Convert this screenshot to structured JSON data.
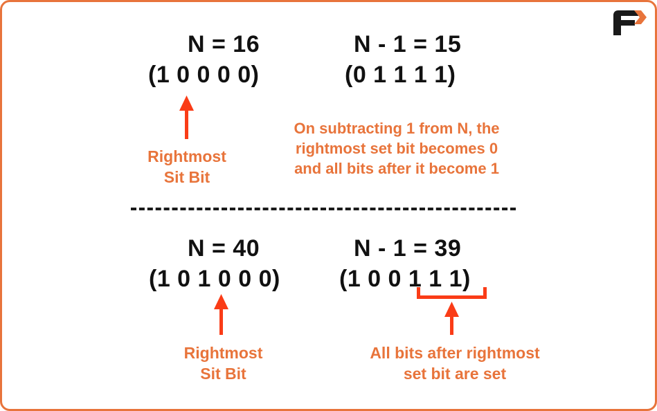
{
  "page": {
    "border_color": "#e8743b",
    "background": "#ffffff",
    "accent_orange": "#e8743b",
    "arrow_red": "#fa3c17",
    "text_black": "#111111"
  },
  "logo": {
    "name": "favtutor-f-logo",
    "letter": "F",
    "letter_color": "#1a1a1a",
    "arrow_color": "#e8743b"
  },
  "divider": {
    "style": "dashed",
    "color": "#1a1a1a"
  },
  "examples": [
    {
      "id": "example-top",
      "left": {
        "title": "N = 16",
        "bits": "(1 0 0 0 0)",
        "value": 16,
        "binary": "10000"
      },
      "right": {
        "title": "N - 1 = 15",
        "bits": "(0 1 1 1 1)",
        "value": 15,
        "binary": "01111"
      },
      "annotations": [
        {
          "name": "rightmost-set-bit-label-top",
          "text": "Rightmost\nSit Bit",
          "marker": "up-arrow",
          "points_at_bit_index": 0
        },
        {
          "name": "subtract-explanation",
          "text": "On subtracting 1 from N, the\nrightmost set bit becomes 0\nand all bits after it become 1"
        }
      ]
    },
    {
      "id": "example-bottom",
      "left": {
        "title": "N = 40",
        "bits": "(1 0 1 0 0 0)",
        "value": 40,
        "binary": "101000"
      },
      "right": {
        "title": "N - 1 = 39",
        "bits": "(1 0 0 1 1 1)",
        "value": 39,
        "binary": "100111"
      },
      "annotations": [
        {
          "name": "rightmost-set-bit-label-bottom",
          "text": "Rightmost\nSit Bit",
          "marker": "up-arrow",
          "points_at_bit_index": 2
        },
        {
          "name": "all-bits-after-label",
          "text": "All bits after rightmost\nset bit are set",
          "marker": "bracket-up-arrow",
          "spans_bit_indices": [
            3,
            4,
            5
          ]
        }
      ]
    }
  ]
}
